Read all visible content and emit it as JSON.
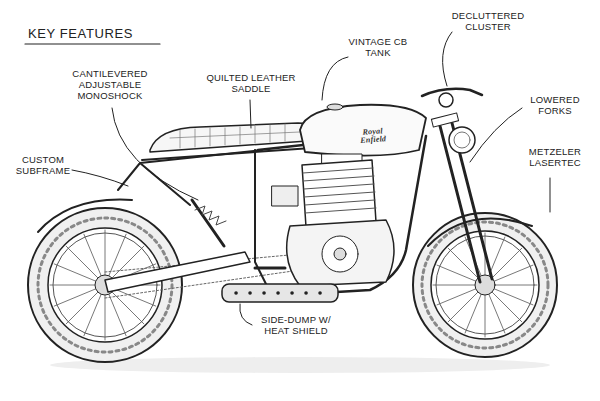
{
  "diagram": {
    "title": "KEY FEATURES",
    "labels": [
      "CANTILEVERED ADJUSTABLE MONOSHOCK",
      "QUILTED LEATHER SADDLE",
      "VINTAGE CB TANK",
      "DECLUTTERED CLUSTER",
      "LOWERED FORKS",
      "METZELER LASERTEC",
      "CUSTOM SUBFRAME",
      "SIDE-DUMP W/ HEAT SHIELD",
      "Royal Enfield"
    ]
  }
}
